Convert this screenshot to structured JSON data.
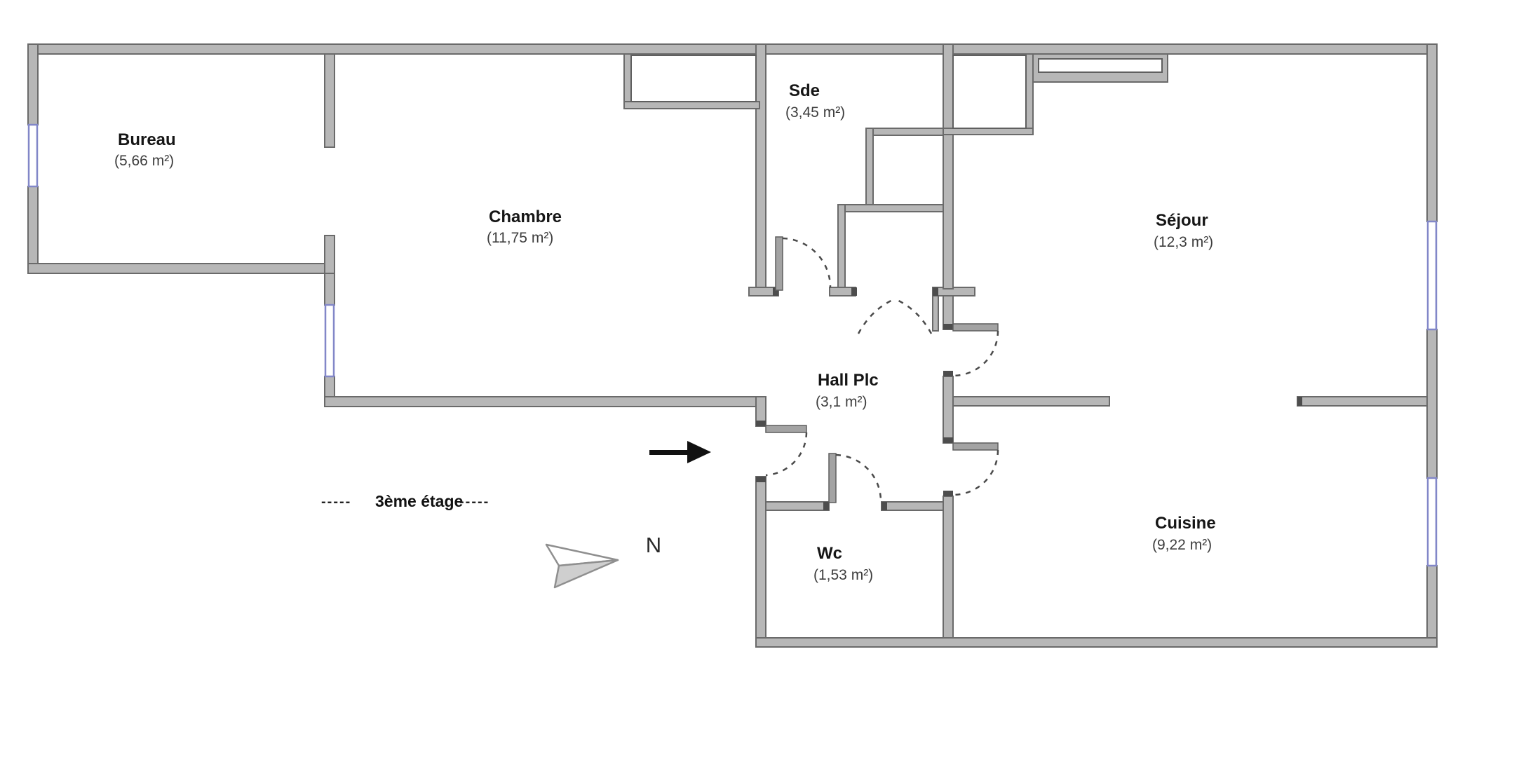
{
  "rooms": [
    {
      "id": "bureau",
      "name": "Bureau",
      "area": "(5,66 m²)"
    },
    {
      "id": "chambre",
      "name": "Chambre",
      "area": "(11,75 m²)"
    },
    {
      "id": "sde",
      "name": "Sde",
      "area": "(3,45 m²)"
    },
    {
      "id": "sejour",
      "name": "Séjour",
      "area": "(12,3 m²)"
    },
    {
      "id": "hall",
      "name": "Hall Plc",
      "area": "(3,1 m²)"
    },
    {
      "id": "wc",
      "name": "Wc",
      "area": "(1,53 m²)"
    },
    {
      "id": "cuisine",
      "name": "Cuisine",
      "area": "(9,22 m²)"
    }
  ],
  "floor_label": {
    "dashes_left": "-----",
    "text": "3ème étage",
    "dashes_right": "-----"
  },
  "compass": {
    "letter": "N",
    "upper_fill": "#ffffff",
    "lower_fill": "#cfcfcf"
  },
  "colors": {
    "background": "#ffffff",
    "wall_fill": "#b7b7b7",
    "wall_outline": "#6a6a6a",
    "wall_cap": "#4d4d4d",
    "window": "#8287c8",
    "door_leaf": "#a3a3a3",
    "door_arc": "#4a4a4a",
    "entrance_arrow": "#111111"
  }
}
